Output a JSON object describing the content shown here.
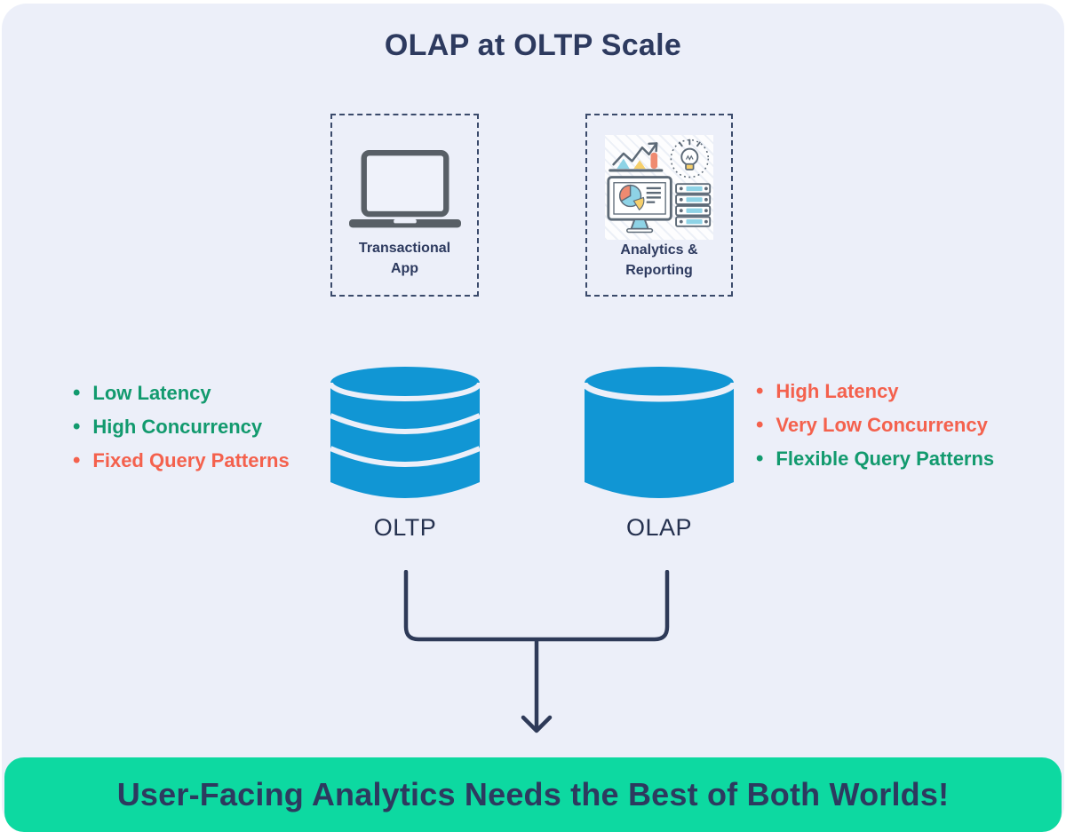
{
  "title": "OLAP at OLTP Scale",
  "bullet": "•",
  "apps": {
    "transactional": {
      "label": "Transactional App"
    },
    "analytics": {
      "label": "Analytics & Reporting"
    }
  },
  "databases": {
    "oltp": {
      "label": "OLTP"
    },
    "olap": {
      "label": "OLAP"
    }
  },
  "traits": {
    "oltp": [
      {
        "text": "Low Latency",
        "tone": "green"
      },
      {
        "text": "High Concurrency",
        "tone": "green"
      },
      {
        "text": "Fixed Query Patterns",
        "tone": "red"
      }
    ],
    "olap": [
      {
        "text": "High Latency",
        "tone": "red"
      },
      {
        "text": "Very Low Concurrency",
        "tone": "red"
      },
      {
        "text": "Flexible Query Patterns",
        "tone": "green"
      }
    ]
  },
  "banner": {
    "text": "User-Facing Analytics Needs the Best of Both Worlds!"
  },
  "icons": {
    "transactional": "laptop-icon",
    "analytics": "analytics-illustration-icon",
    "oltp": "database-cylinder-stacked-icon",
    "olap": "database-cylinder-icon",
    "flow": "merge-arrow-icon"
  },
  "colors": {
    "background": "#ECEFF9",
    "navy": "#2D3A5F",
    "trait_green": "#129A6E",
    "trait_red": "#F4614D",
    "database_blue": "#1196D4",
    "banner_green": "#0DD9A1",
    "icon_gray": "#585F66"
  }
}
